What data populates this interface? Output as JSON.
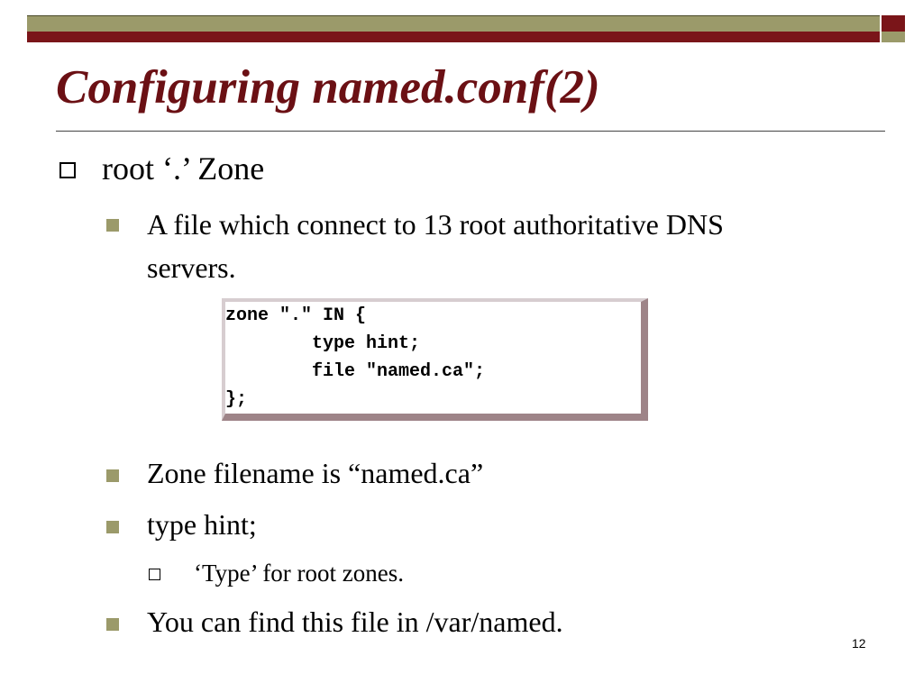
{
  "slide": {
    "title": "Configuring named.conf(2)",
    "page_number": "12"
  },
  "bullets": [
    {
      "level": 1,
      "text": "root ‘.’ Zone"
    },
    {
      "level": 2,
      "lines": [
        "A file which connect to 13 root authoritative DNS",
        "servers."
      ]
    },
    {
      "level": 2,
      "text": "Zone filename is “named.ca”"
    },
    {
      "level": 2,
      "text": "type hint;"
    },
    {
      "level": 3,
      "text": "‘Type’ for root zones."
    },
    {
      "level": 2,
      "text": "You can find this file in /var/named."
    }
  ],
  "code_block": {
    "lines": [
      "zone \".\" IN {",
      "        type hint;",
      "        file \"named.ca\";",
      "};"
    ]
  },
  "colors": {
    "title": "#6b1014",
    "bar_red": "#7a1519",
    "bar_olive": "#9b9a6a",
    "bullet_olive": "#9b9a6a"
  }
}
